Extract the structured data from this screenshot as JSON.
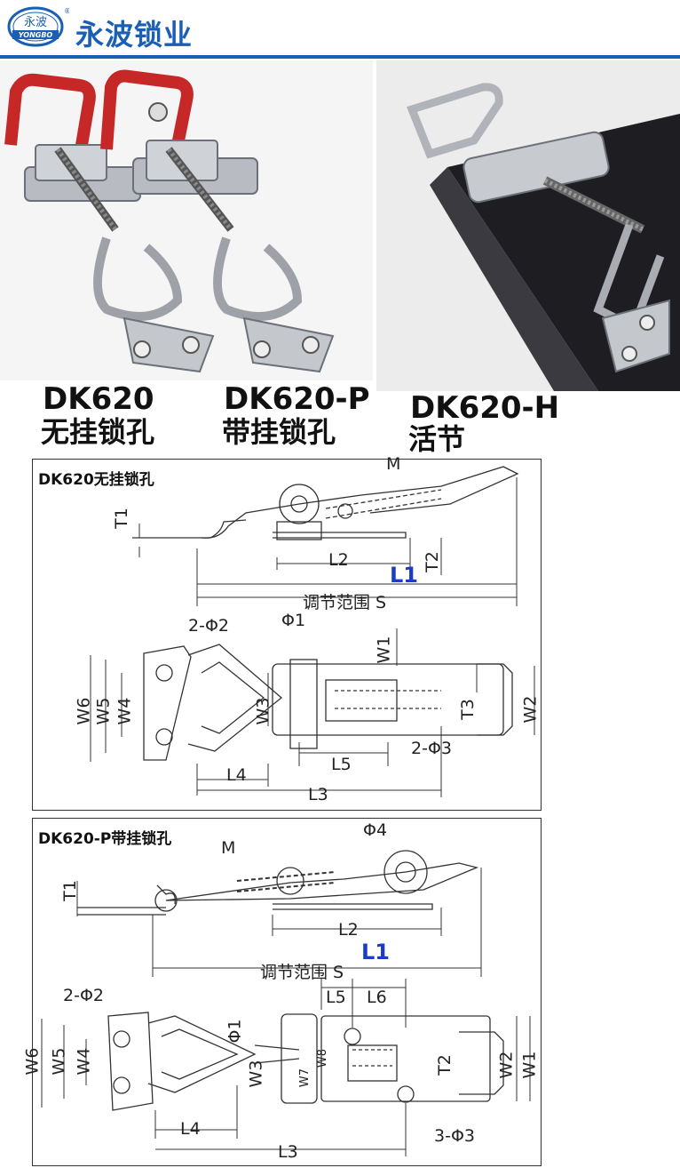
{
  "header": {
    "logo_chinese": "永波",
    "logo_english": "YONGBO",
    "logo_registered": "®",
    "brand_name": "永波锁业"
  },
  "photos": {
    "models": [
      {
        "code": "DK620",
        "desc": "无挂锁孔"
      },
      {
        "code": "DK620-P",
        "desc": "带挂锁孔"
      },
      {
        "code": "DK620-H",
        "desc": "活节"
      }
    ]
  },
  "drawing1": {
    "title": "DK620无挂锁孔",
    "labels": {
      "M": "M",
      "T1": "T1",
      "T2": "T2",
      "L1": "L1",
      "L2": "L2",
      "range": "调节范围 S",
      "phi2": "2-Φ2",
      "phi1": "Φ1",
      "W1": "W1",
      "W2": "W2",
      "W3": "W3",
      "W4": "W4",
      "W5": "W5",
      "W6": "W6",
      "T3": "T3",
      "phi3": "2-Φ3",
      "L3": "L3",
      "L4": "L4",
      "L5": "L5"
    }
  },
  "drawing2": {
    "title": "DK620-P带挂锁孔",
    "labels": {
      "M": "M",
      "phi4": "Φ4",
      "T1": "T1",
      "L1": "L1",
      "L2": "L2",
      "range": "调节范围 S",
      "phi2": "2-Φ2",
      "phi1": "Φ1",
      "L5": "L5",
      "L6": "L6",
      "W1": "W1",
      "W2": "W2",
      "W3": "W3",
      "W4": "W4",
      "W5": "W5",
      "W6": "W6",
      "W7": "W7",
      "W8": "W8",
      "T2": "T2",
      "phi3": "3-Φ3",
      "L3": "L3",
      "L4": "L4"
    }
  }
}
